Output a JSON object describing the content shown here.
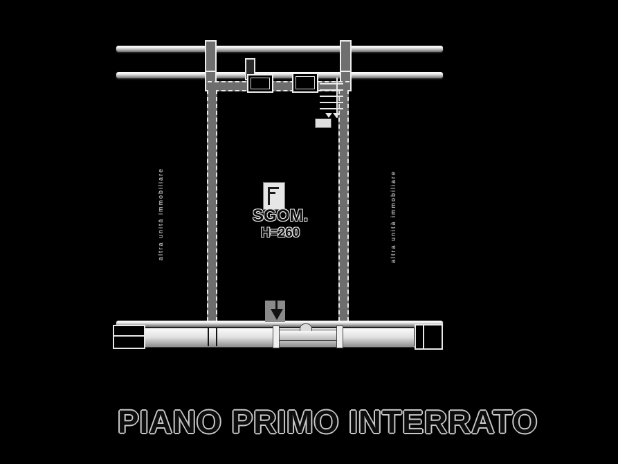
{
  "colors": {
    "background": "#000000",
    "line_light": "#ededed",
    "wall_gray": "#6d6d6d",
    "text_outline": "#c9c9c9"
  },
  "floor_plan": {
    "room": {
      "label": "SGOM.",
      "height_note": "H=260"
    },
    "annotations": {
      "left": "altra unità immobiliare",
      "right": "altra unità immobiliare"
    }
  },
  "caption": {
    "title": "PIANO PRIMO INTERRATO"
  }
}
